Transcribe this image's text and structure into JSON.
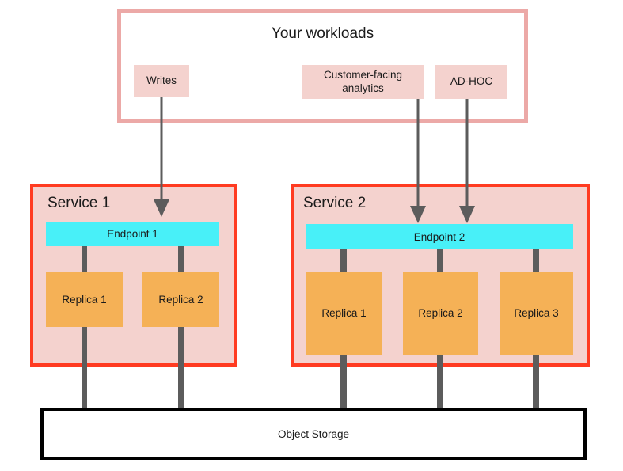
{
  "diagram": {
    "title": "Your workloads",
    "workloads": [
      {
        "id": "writes",
        "label": "Writes"
      },
      {
        "id": "cfa",
        "label": "Customer-facing analytics"
      },
      {
        "id": "adhoc",
        "label": "AD-HOC"
      }
    ],
    "services": [
      {
        "id": "service-1",
        "title": "Service 1",
        "endpoint": "Endpoint 1",
        "replicas": [
          "Replica 1",
          "Replica 2"
        ]
      },
      {
        "id": "service-2",
        "title": "Service 2",
        "endpoint": "Endpoint 2",
        "replicas": [
          "Replica 1",
          "Replica 2",
          "Replica 3"
        ]
      }
    ],
    "storage": {
      "label": "Object Storage"
    },
    "colors": {
      "workloads_border": "#ECA9A7",
      "chip_fill": "#F4D2CE",
      "service_border": "#FF3B21",
      "service_fill": "#F4D2CE",
      "endpoint_fill": "#48F0F8",
      "replica_fill": "#F5B156",
      "connector": "#5C5C5C",
      "storage_border": "#000000",
      "text": "#1a1a1a",
      "background": "#ffffff"
    }
  }
}
